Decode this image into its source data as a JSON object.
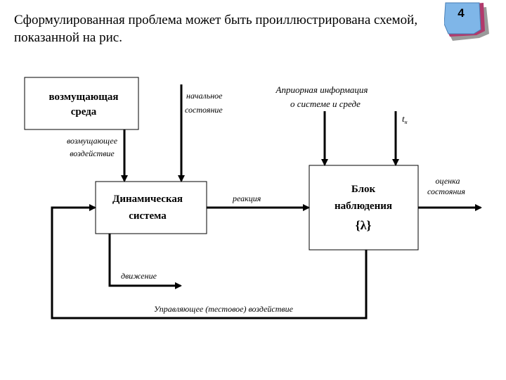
{
  "slide": {
    "intro_line1": "Сформулированная проблема может быть проиллюстрирована схемой,",
    "intro_line2": "показанной на рис.",
    "page_number": "4"
  },
  "diagram": {
    "env_box": {
      "line1": "возмущающая",
      "line2": "среда"
    },
    "dyn_box": {
      "line1": "Динамическая",
      "line2": "система"
    },
    "obs_box": {
      "line1": "Блок",
      "line2": "наблюдения",
      "line3": "{λ}"
    },
    "labels": {
      "disturbance_1": "возмущающее",
      "disturbance_2": "воздействие",
      "initial_1": "начальное",
      "initial_2": "состояние",
      "apriori_1": "Априорная информация",
      "apriori_2": "о системе и среде",
      "t_symbol": "t",
      "t_subscript": "н",
      "reaction": "реакция",
      "estimate_1": "оценка",
      "estimate_2": "состояния",
      "motion": "движение",
      "control": "Управляющее (тестовое) воздействие"
    }
  },
  "colors": {
    "line": "#000000",
    "badge_fill": "#7fb6e8",
    "badge_shadow": "#b23a6c",
    "badge_back": "#9a9a9a"
  }
}
